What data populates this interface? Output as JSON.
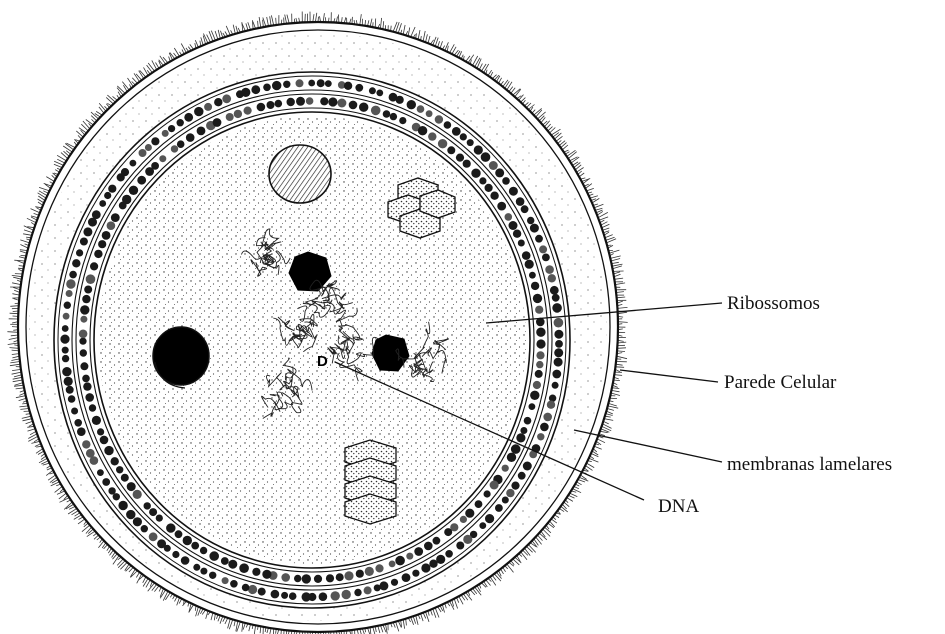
{
  "labels": {
    "ribosomes": "Ribossomos",
    "cell_wall": "Parede Celular",
    "lamellar_membranes": "membranas lamelares",
    "dna": "DNA",
    "dna_marker": "D"
  },
  "colors": {
    "ink": "#111111",
    "background": "#ffffff"
  }
}
